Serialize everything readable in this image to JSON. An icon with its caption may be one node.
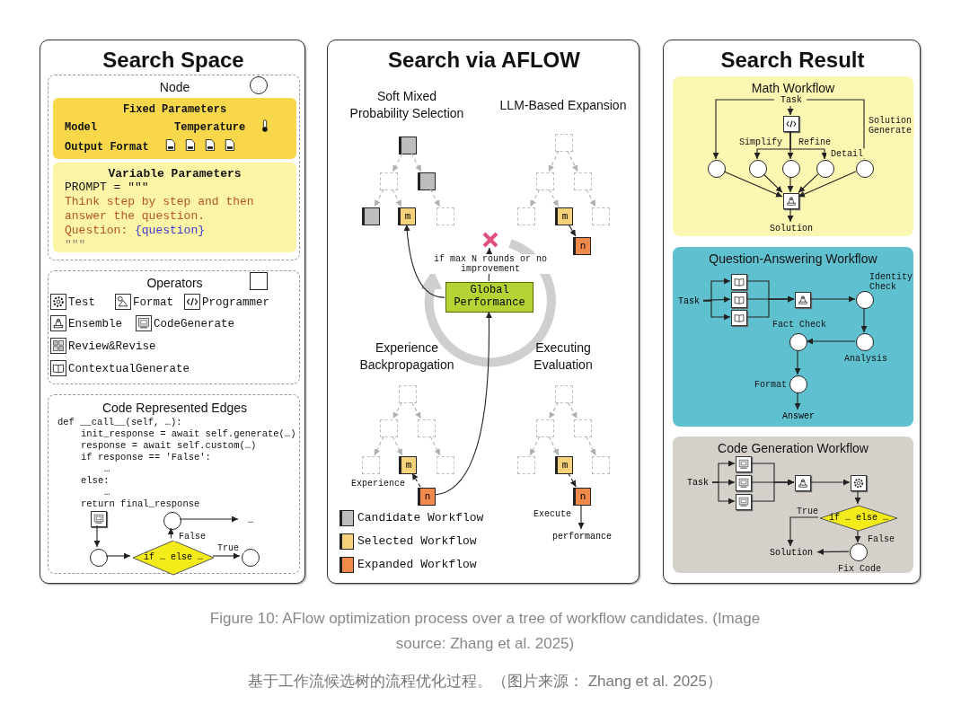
{
  "diagram": {
    "caption": "Figure 10: AFlow optimization process over a tree of workflow candidates. (Image source: Zhang et al. 2025)",
    "nodes": [
      {
        "text": [
          "Search Space"
        ]
      },
      {
        "text": [
          "Node"
        ],
        "in": 0
      },
      {
        "text": [
          "Fixed Parameters",
          "Model",
          "Temperature",
          "Output Format"
        ],
        "in": 1
      },
      {
        "text": [
          "Variable Parameters",
          "PROMPT = \"\"\"",
          "Think step by step and then answer the question.",
          "Question:",
          "{question}",
          "\"\"\""
        ],
        "in": 1
      },
      {
        "text": [
          "Operators"
        ],
        "in": 0
      },
      {
        "text": [
          "Code Represented Edges",
          "def __call__(self, …):",
          "init_response = await self.generate(…)",
          "response = await self.custom(…)",
          "if response == 'False':",
          "…",
          "else:",
          "…",
          "return final_response"
        ],
        "in": 0
      },
      {
        "text": [],
        "shape": "box",
        "in": 5
      },
      {
        "text": [],
        "shape": "circle",
        "in": 5
      },
      {
        "text": [
          "if … else …"
        ],
        "in": 5
      },
      {
        "text": [],
        "shape": "circle",
        "in": 5
      },
      {
        "text": [],
        "shape": "circle",
        "in": 5
      },
      {
        "text": [
          "…"
        ],
        "in": 5
      },
      {
        "text": [
          "Search via AFLOW"
        ]
      },
      {
        "text": [],
        "shape": "box",
        "in": 12
      },
      {
        "text": [],
        "shape": "box",
        "in": 12
      },
      {
        "text": [],
        "shape": "box",
        "in": 12
      },
      {
        "text": [],
        "shape": "box",
        "in": 12
      },
      {
        "text": [
          "m"
        ],
        "in": 12
      },
      {
        "text": [],
        "shape": "box",
        "in": 12
      },
      {
        "text": [],
        "shape": "box",
        "in": 12
      },
      {
        "text": [],
        "shape": "box",
        "in": 12
      },
      {
        "text": [],
        "shape": "box",
        "in": 12
      },
      {
        "text": [],
        "shape": "box",
        "in": 12
      },
      {
        "text": [
          "m"
        ],
        "in": 12
      },
      {
        "text": [],
        "shape": "box",
        "in": 12
      },
      {
        "text": [
          "n"
        ],
        "in": 12
      },
      {
        "text": [],
        "shape": "cross",
        "in": 12
      },
      {
        "text": [
          "Global Performance"
        ],
        "in": 12
      },
      {
        "text": [],
        "shape": "box",
        "in": 12
      },
      {
        "text": [],
        "shape": "box",
        "in": 12
      },
      {
        "text": [],
        "shape": "box",
        "in": 12
      },
      {
        "text": [],
        "shape": "box",
        "in": 12
      },
      {
        "text": [
          "m"
        ],
        "in": 12
      },
      {
        "text": [],
        "shape": "box",
        "in": 12
      },
      {
        "text": [
          "n"
        ],
        "in": 12
      },
      {
        "text": [],
        "shape": "box",
        "in": 12
      },
      {
        "text": [],
        "shape": "box",
        "in": 12
      },
      {
        "text": [],
        "shape": "box",
        "in": 12
      },
      {
        "text": [],
        "shape": "box",
        "in": 12
      },
      {
        "text": [
          "m"
        ],
        "in": 12
      },
      {
        "text": [],
        "shape": "box",
        "in": 12
      },
      {
        "text": [
          "n"
        ],
        "in": 12
      },
      {
        "text": [
          "performance"
        ],
        "in": 12
      },
      {
        "text": [
          "Search Result"
        ]
      },
      {
        "text": [
          "Math Workflow"
        ],
        "in": 43
      },
      {
        "text": [
          "Task"
        ],
        "in": 44
      },
      {
        "text": [],
        "shape": "box",
        "in": 44
      },
      {
        "text": [],
        "shape": "circle",
        "in": 44
      },
      {
        "text": [],
        "shape": "circle",
        "in": 44
      },
      {
        "text": [],
        "shape": "circle",
        "in": 44
      },
      {
        "text": [],
        "shape": "circle",
        "in": 44
      },
      {
        "text": [],
        "shape": "circle",
        "in": 44
      },
      {
        "text": [],
        "shape": "box",
        "in": 44
      },
      {
        "text": [
          "Solution"
        ],
        "in": 44
      },
      {
        "text": [
          "Question-Answering Workflow"
        ],
        "in": 43
      },
      {
        "text": [
          "Task"
        ],
        "in": 54
      },
      {
        "text": [],
        "shape": "box",
        "in": 54
      },
      {
        "text": [],
        "shape": "box",
        "in": 54
      },
      {
        "text": [],
        "shape": "box",
        "in": 54
      },
      {
        "text": [],
        "shape": "box",
        "in": 54
      },
      {
        "text": [],
        "shape": "circle",
        "beside": [
          "Identity Check"
        ],
        "in": 54
      },
      {
        "text": [],
        "shape": "circle",
        "beside": [
          "Analysis"
        ],
        "in": 54
      },
      {
        "text": [],
        "shape": "circle",
        "beside": [
          "Fact Check"
        ],
        "in": 54
      },
      {
        "text": [],
        "shape": "circle",
        "beside": [
          "Format"
        ],
        "in": 54
      },
      {
        "text": [
          "Answer"
        ],
        "in": 54
      },
      {
        "text": [
          "Code Generation Workflow"
        ],
        "in": 43
      },
      {
        "text": [
          "Task"
        ],
        "in": 65
      },
      {
        "text": [],
        "shape": "box",
        "in": 65
      },
      {
        "text": [],
        "shape": "box",
        "in": 65
      },
      {
        "text": [],
        "shape": "box",
        "in": 65
      },
      {
        "text": [],
        "shape": "box",
        "in": 65
      },
      {
        "text": [],
        "shape": "box",
        "in": 65
      },
      {
        "text": [
          "if … else …"
        ],
        "in": 65
      },
      {
        "text": [],
        "shape": "circle",
        "beside": [
          "Fix Code"
        ],
        "in": 65
      },
      {
        "text": [
          "Solution"
        ],
        "in": 65
      }
    ],
    "edges": [
      {
        "from": 6,
        "to": 7,
        "arrow": "to"
      },
      {
        "from": 7,
        "to": 8,
        "arrow": "to"
      },
      {
        "from": 8,
        "to": 9,
        "arrow": "to",
        "label": "False"
      },
      {
        "from": 8,
        "to": 10,
        "arrow": "to",
        "label": "True"
      },
      {
        "from": 9,
        "to": 11,
        "arrow": "to"
      },
      {
        "from": 13,
        "to": 14,
        "arrow": "to",
        "style": "dashed",
        "color": "#b0b0b0"
      },
      {
        "from": 13,
        "to": 15,
        "arrow": "to",
        "style": "dashed",
        "color": "#b0b0b0"
      },
      {
        "from": 14,
        "to": 16,
        "arrow": "to",
        "style": "dashed",
        "color": "#b0b0b0"
      },
      {
        "from": 14,
        "to": 17,
        "arrow": "to",
        "style": "dashed",
        "color": "#b0b0b0"
      },
      {
        "from": 15,
        "to": 18,
        "arrow": "to",
        "style": "dashed",
        "color": "#b0b0b0"
      },
      {
        "from": 19,
        "to": 20,
        "arrow": "to",
        "style": "dashed",
        "color": "#b0b0b0"
      },
      {
        "from": 19,
        "to": 21,
        "arrow": "to",
        "style": "dashed",
        "color": "#b0b0b0"
      },
      {
        "from": 20,
        "to": 22,
        "arrow": "to",
        "style": "dashed",
        "color": "#b0b0b0"
      },
      {
        "from": 20,
        "to": 23,
        "arrow": "to",
        "style": "dashed",
        "color": "#b0b0b0"
      },
      {
        "from": 21,
        "to": 24,
        "arrow": "to",
        "style": "dashed",
        "color": "#b0b0b0"
      },
      {
        "from": 23,
        "to": 25,
        "arrow": "to"
      },
      {
        "from": 27,
        "to": 26,
        "arrow": "to",
        "label": "if max N rounds or no improvement"
      },
      {
        "from": 27,
        "to": 17,
        "arrow": "to"
      },
      {
        "from": 28,
        "to": 29,
        "arrow": "to",
        "style": "dashed",
        "color": "#b0b0b0"
      },
      {
        "from": 28,
        "to": 30,
        "arrow": "to",
        "style": "dashed",
        "color": "#b0b0b0"
      },
      {
        "from": 29,
        "to": 31,
        "arrow": "to",
        "style": "dashed",
        "color": "#b0b0b0"
      },
      {
        "from": 29,
        "to": 32,
        "arrow": "to",
        "style": "dashed",
        "color": "#b0b0b0"
      },
      {
        "from": 30,
        "to": 33,
        "arrow": "to",
        "style": "dashed",
        "color": "#b0b0b0"
      },
      {
        "from": 34,
        "to": 32,
        "arrow": "to",
        "style": "dashed",
        "label": "Experience"
      },
      {
        "from": 34,
        "to": 27,
        "arrow": "to"
      },
      {
        "from": 35,
        "to": 36,
        "arrow": "to",
        "style": "dashed",
        "color": "#b0b0b0"
      },
      {
        "from": 35,
        "to": 37,
        "arrow": "to",
        "style": "dashed",
        "color": "#b0b0b0"
      },
      {
        "from": 36,
        "to": 38,
        "arrow": "to",
        "style": "dashed",
        "color": "#b0b0b0"
      },
      {
        "from": 36,
        "to": 39,
        "arrow": "to",
        "style": "dashed",
        "color": "#b0b0b0"
      },
      {
        "from": 37,
        "to": 40,
        "arrow": "to",
        "style": "dashed",
        "color": "#b0b0b0"
      },
      {
        "from": 39,
        "to": 41,
        "arrow": "to",
        "style": "dashed"
      },
      {
        "from": 41,
        "to": 42,
        "arrow": "to",
        "label": "Execute"
      },
      {
        "from": 45,
        "to": 46,
        "arrow": "to"
      },
      {
        "from": 45,
        "to": 47,
        "arrow": "to"
      },
      {
        "from": 45,
        "to": 51,
        "arrow": "to",
        "label": "Solution Generate"
      },
      {
        "from": 46,
        "to": 48,
        "arrow": "to",
        "label": "Simplify"
      },
      {
        "from": 46,
        "to": 49,
        "arrow": "to",
        "label": "Refine"
      },
      {
        "from": 46,
        "to": 50,
        "arrow": "to",
        "label": "Detail"
      },
      {
        "from": 47,
        "to": 52,
        "arrow": "to"
      },
      {
        "from": 48,
        "to": 52,
        "arrow": "to"
      },
      {
        "from": 49,
        "to": 52,
        "arrow": "to"
      },
      {
        "from": 50,
        "to": 52,
        "arrow": "to"
      },
      {
        "from": 51,
        "to": 52,
        "arrow": "to"
      },
      {
        "from": 52,
        "to": 53,
        "arrow": "to"
      },
      {
        "from": 55,
        "to": 56,
        "arrow": "to"
      },
      {
        "from": 55,
        "to": 57,
        "arrow": "to"
      },
      {
        "from": 55,
        "to": 58,
        "arrow": "to"
      },
      {
        "from": 56,
        "to": 59,
        "arrow": "to"
      },
      {
        "from": 57,
        "to": 59,
        "arrow": "to"
      },
      {
        "from": 58,
        "to": 59,
        "arrow": "to"
      },
      {
        "from": 59,
        "to": 60,
        "arrow": "to"
      },
      {
        "from": 60,
        "to": 61,
        "arrow": "to"
      },
      {
        "from": 61,
        "to": 62,
        "arrow": "to"
      },
      {
        "from": 62,
        "to": 63,
        "arrow": "to"
      },
      {
        "from": 63,
        "to": 64,
        "arrow": "to"
      },
      {
        "from": 66,
        "to": 67,
        "arrow": "to"
      },
      {
        "from": 66,
        "to": 68,
        "arrow": "to"
      },
      {
        "from": 66,
        "to": 69,
        "arrow": "to"
      },
      {
        "from": 67,
        "to": 70,
        "arrow": "to"
      },
      {
        "from": 68,
        "to": 70,
        "arrow": "to"
      },
      {
        "from": 69,
        "to": 70,
        "arrow": "to"
      },
      {
        "from": 70,
        "to": 71,
        "arrow": "to"
      },
      {
        "from": 71,
        "to": 72,
        "arrow": "to"
      },
      {
        "from": 72,
        "to": 74,
        "arrow": "to",
        "label": "True"
      },
      {
        "from": 72,
        "to": 73,
        "arrow": "to",
        "label": "False"
      },
      {
        "from": 73,
        "to": 74,
        "arrow": "to"
      }
    ],
    "labels": [
      "Test",
      "Format",
      "Programmer",
      "Ensemble",
      "CodeGenerate",
      "Review&Revise",
      "ContextualGenerate",
      "Soft Mixed Probability Selection",
      "LLM-Based Expansion",
      "Experience Backpropagation",
      "Executing Evaluation",
      "基于工作流候选树的流程优化过程。（图片来源： Zhang et al. 2025）"
    ],
    "legend": [
      {
        "text": "Candidate Workflow",
        "color": "#bdbdbd"
      },
      {
        "text": "Selected Workflow",
        "color": "#f6d27a"
      },
      {
        "text": "Expanded Workflow",
        "color": "#f08a4b"
      }
    ]
  }
}
